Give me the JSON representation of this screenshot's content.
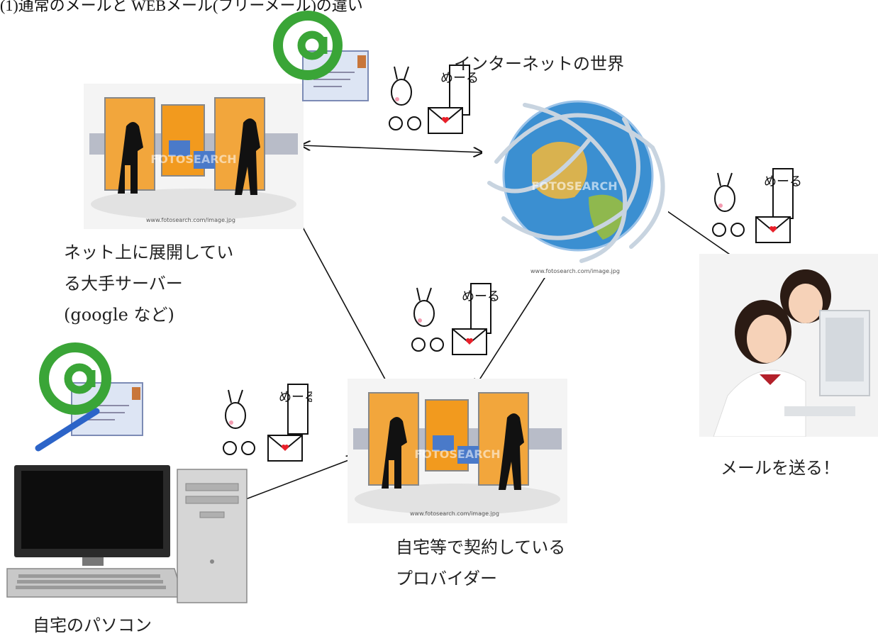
{
  "header": "(1)通常のメールと WEBメール(フリーメール)の違い",
  "labels": {
    "internet": "インターネットの世界",
    "server_line1": "ネット上に展開してい",
    "server_line2": "る大手サーバー",
    "server_line3": "(google など)",
    "provider_line1": "自宅等で契約している",
    "provider_line2": "プロバイダー",
    "home_pc": "自宅のパソコン",
    "send_mail": "メールを送る！"
  },
  "mascot_text": "めーる",
  "credits": {
    "server": "www.fotosearch.com/image.jpg",
    "provider": "www.fotosearch.com/image.jpg",
    "globe": "www.fotosearch.com/image.jpg"
  },
  "watermark": "FOTOSEARCH",
  "colors": {
    "at_sign": "#3aa537",
    "panel_orange": "#f29a1e",
    "globe_blue": "#3b8fd1",
    "mascot_heart": "#e8202a"
  },
  "icons": [
    "at-mail-icon",
    "office-server-illustration",
    "globe-cable-illustration",
    "mail-mascot-icon",
    "desktop-computer-illustration",
    "girls-at-computer-photo"
  ]
}
